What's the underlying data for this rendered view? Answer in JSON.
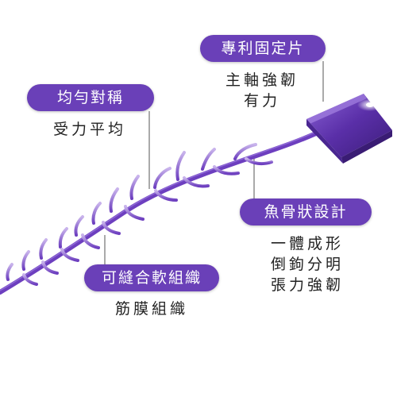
{
  "colors": {
    "accent": "#6a40b8",
    "thread": "#6d3fbf",
    "thread_tip": "#a98ad8",
    "text": "#222222"
  },
  "labels": {
    "anchor": {
      "title": "專利固定片",
      "desc": [
        "主軸強韌",
        "有力"
      ]
    },
    "symmetry": {
      "title": "均勻對稱",
      "desc": [
        "受力平均"
      ]
    },
    "fishbone": {
      "title": "魚骨狀設計",
      "desc": [
        "一體成形",
        "倒鉤分明",
        "張力強韌"
      ]
    },
    "absorbable": {
      "title": "可縫合軟組織",
      "desc": [
        "筋膜組織"
      ]
    }
  }
}
